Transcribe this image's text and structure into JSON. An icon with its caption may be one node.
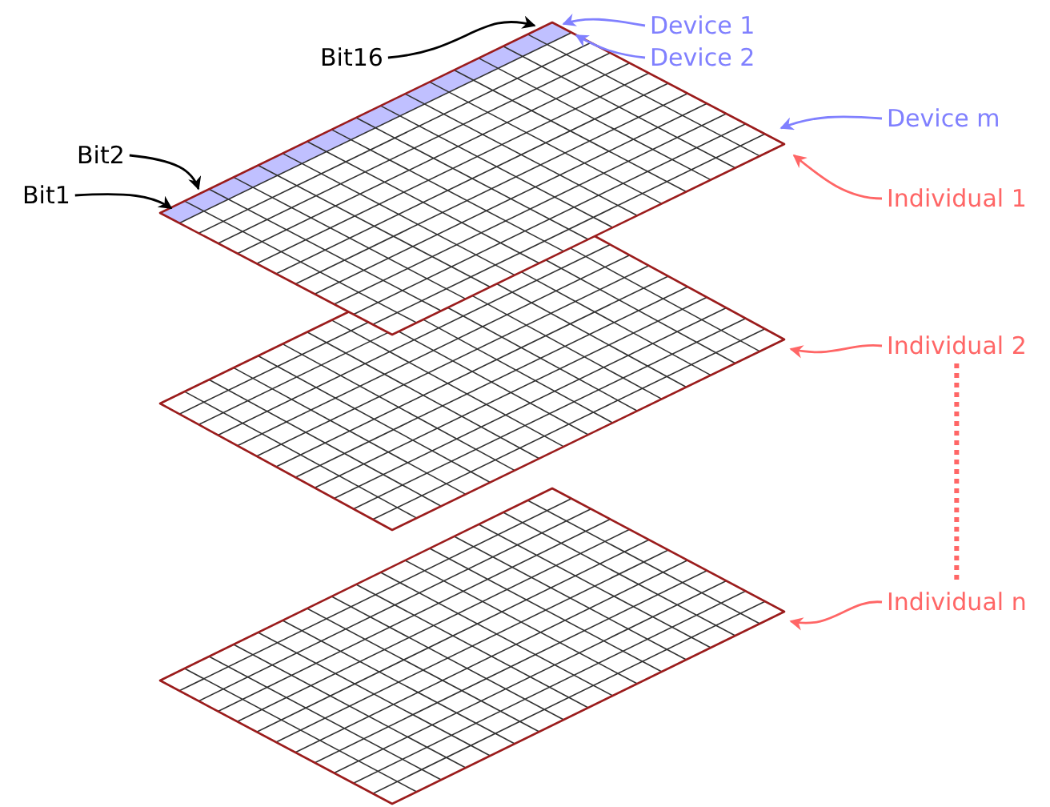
{
  "diagram": {
    "nodes": [
      {
        "text": [
          "Bit16"
        ]
      },
      {
        "text": [
          "Device 1"
        ]
      },
      {
        "text": [
          "Device 2"
        ]
      },
      {
        "text": [
          "Device m"
        ]
      },
      {
        "text": [
          "Bit2"
        ]
      },
      {
        "text": [
          "Bit1"
        ]
      },
      {
        "text": [
          "Individual 1"
        ]
      },
      {
        "text": [
          "Individual 2"
        ]
      },
      {
        "text": [
          "Individual n"
        ]
      },
      {
        "text": [],
        "shape": "grid"
      },
      {
        "text": [],
        "shape": "grid"
      },
      {
        "text": [],
        "shape": "grid"
      }
    ],
    "edges": [
      {
        "from": 0,
        "to": 9,
        "arrow": "to",
        "color": "#000000"
      },
      {
        "from": 1,
        "to": 9,
        "arrow": "to",
        "color": "#8080ff"
      },
      {
        "from": 2,
        "to": 9,
        "arrow": "to",
        "color": "#8080ff"
      },
      {
        "from": 3,
        "to": 9,
        "arrow": "to",
        "color": "#8080ff"
      },
      {
        "from": 4,
        "to": 9,
        "arrow": "to",
        "color": "#000000"
      },
      {
        "from": 5,
        "to": 9,
        "arrow": "to",
        "color": "#000000"
      },
      {
        "from": 6,
        "to": 9,
        "arrow": "to",
        "color": "#ff6666"
      },
      {
        "from": 7,
        "to": 10,
        "arrow": "to",
        "color": "#ff6666"
      },
      {
        "from": 8,
        "to": 11,
        "arrow": "to",
        "color": "#ff6666"
      },
      {
        "from": 7,
        "to": 8,
        "arrow": "none",
        "style": "dashed",
        "color": "#ff6666"
      }
    ]
  }
}
